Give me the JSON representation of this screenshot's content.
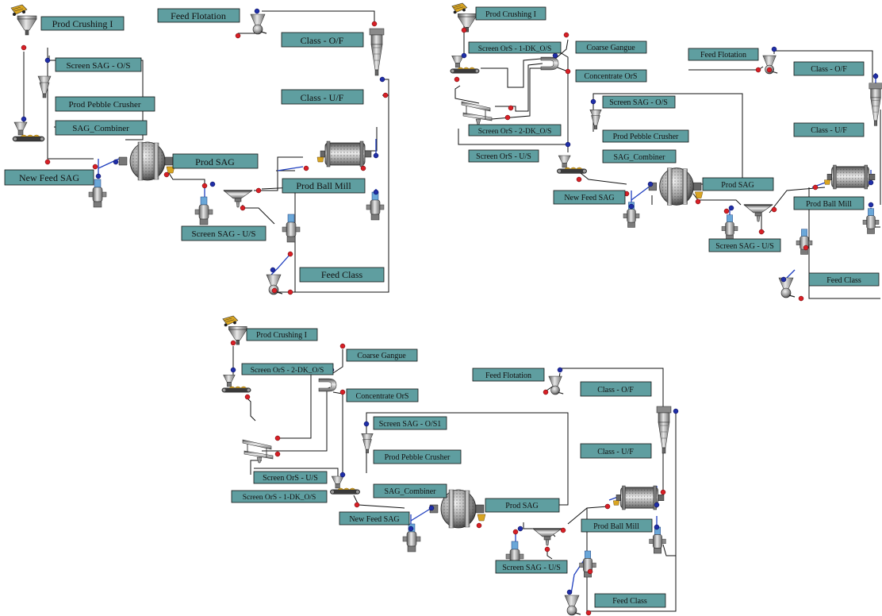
{
  "diagram_a": {
    "prod_crushing": "Prod Crushing I",
    "feed_flotation": "Feed Flotation",
    "class_of": "Class - O/F",
    "screen_sag_os": "Screen SAG - O/S",
    "prod_pebble_crusher": "Prod Pebble Crusher",
    "class_uf": "Class - U/F",
    "sag_combiner": "SAG_Combiner",
    "prod_sag": "Prod SAG",
    "new_feed_sag": "New Feed SAG",
    "prod_ball_mill": "Prod Ball Mill",
    "screen_sag_us": "Screen SAG - U/S",
    "feed_class": "Feed Class"
  },
  "diagram_b": {
    "prod_crushing": "Prod Crushing I",
    "screen_ors_1dk_os": "Screen OrS - 1-DK_O/S",
    "coarse_gangue": "Coarse Gangue",
    "feed_flotation": "Feed Flotation",
    "concentrate_ors": "Concentrate OrS",
    "class_of": "Class - O/F",
    "screen_sag_os": "Screen SAG - O/S",
    "screen_ors_2dk_os": "Screen OrS - 2-DK_O/S",
    "prod_pebble_crusher": "Prod Pebble Crusher",
    "class_uf": "Class - U/F",
    "screen_ors_us": "Screen OrS - U/S",
    "sag_combiner": "SAG_Combiner",
    "prod_sag": "Prod SAG",
    "new_feed_sag": "New Feed SAG",
    "prod_ball_mill": "Prod Ball Mill",
    "screen_sag_us": "Screen SAG - U/S",
    "feed_class": "Feed Class"
  },
  "diagram_c": {
    "prod_crushing": "Prod Crushing I",
    "coarse_gangue": "Coarse Gangue",
    "screen_ors_2dk_os": "Screen OrS - 2-DK_O/S",
    "feed_flotation": "Feed Flotation",
    "concentrate_ors": "Concentrate OrS",
    "class_of": "Class - O/F",
    "screen_sag_os1": "Screen SAG - O/S1",
    "prod_pebble_crusher": "Prod Pebble Crusher",
    "class_uf": "Class - U/F",
    "screen_ors_us": "Screen OrS - U/S",
    "screen_ors_1dk_os": "Screen OrS - 1-DK_O/S",
    "sag_combiner": "SAG_Combiner",
    "prod_sag": "Prod SAG",
    "new_feed_sag": "New Feed SAG",
    "prod_ball_mill": "Prod Ball Mill",
    "screen_sag_us": "Screen SAG - U/S",
    "feed_class": "Feed Class"
  },
  "colors": {
    "label_fill": "#5f9ea0",
    "stream_line": "#111111",
    "connector_blue": "#1f3fbf",
    "port_red": "#d81f26",
    "port_blue": "#1f2fa8",
    "equipment_gray": "#9a9a9a",
    "conveyor_yellow": "#d9a521"
  },
  "icons": [
    "hopper-icon",
    "conveyor-icon",
    "cone-crusher-icon",
    "sag-mill-icon",
    "ball-mill-icon",
    "vibrating-screen-icon",
    "splitter-icon",
    "pump-icon",
    "cyclone-icon",
    "sump-icon"
  ]
}
